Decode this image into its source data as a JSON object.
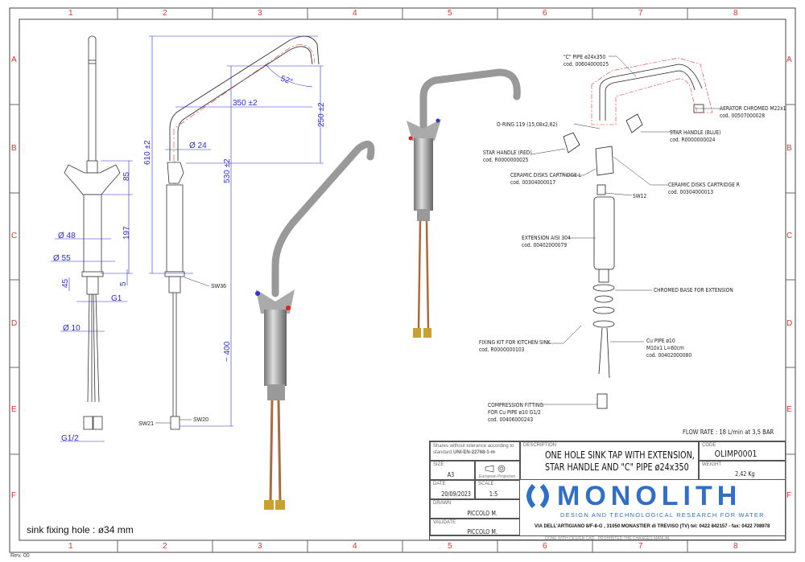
{
  "sheet": {
    "columns": [
      "1",
      "2",
      "3",
      "4",
      "5",
      "6",
      "7",
      "8"
    ],
    "rows": [
      "A",
      "B",
      "C",
      "D",
      "E",
      "F"
    ],
    "revision": "Rev. 00",
    "sink_note": "sink fixing hole : ø34 mm",
    "flow_rate": "FLOW RATE : 18 L/min at 3,5 BAR"
  },
  "dimensions": {
    "front": {
      "d48": "Ø 48",
      "d55": "Ø 55",
      "h85": "85",
      "h197": "197",
      "h45": "45",
      "h5": "5",
      "g1": "G1",
      "d10": "Ø 10",
      "g12": "G1/2"
    },
    "side": {
      "h610": "610 ±2",
      "d24": "Ø 24",
      "w350": "350 ±2",
      "h250": "250 ±2",
      "h530": "530 ±2",
      "angle": "52°",
      "h400": "~ 400",
      "sw36": "SW36",
      "sw21": "SW21",
      "sw20": "SW20"
    }
  },
  "parts": [
    {
      "name": "\"C\" PIPE ø24x350",
      "code": "cod. 00604000025"
    },
    {
      "name": "AERATOR CHROMED M22x1",
      "code": "cod. 00507000028"
    },
    {
      "name": "O-RING 119 (15,08x2,62)",
      "code": ""
    },
    {
      "name": "STAR HANDLE (BLUE)",
      "code": "cod. R0000000024"
    },
    {
      "name": "STAR HANDLE (RED)",
      "code": "cod. R0000000025"
    },
    {
      "name": "CERAMIC DISKS CARTRIDGE L",
      "code": "cod. 00304000017"
    },
    {
      "name": "CERAMIC DISKS CARTRIDGE R",
      "code": "cod. 00304000013"
    },
    {
      "name": "SW12",
      "code": ""
    },
    {
      "name": "EXTENSION AISI 304",
      "code": "cod. 00402000079"
    },
    {
      "name": "CHROMED BASE FOR EXTENSION",
      "code": ""
    },
    {
      "name": "FIXING KIT FOR KITCHEN SINK",
      "code": "cod. R0000000103"
    },
    {
      "name": "Cu PIPE ø10",
      "extra": "M10x1 L=60cm",
      "code": "cod. 00402000080"
    },
    {
      "name": "COMPRESSION FITTING",
      "extra": "FOR Cu PIPE ø10  G1/2",
      "code": "cod. 00406000243"
    }
  ],
  "title_block": {
    "tolerance": "Shares without tolerance according to standard",
    "standard": "UNI-EN-22768-1-m",
    "size_label": "SIZE",
    "size": "A3",
    "projection": "European Projection",
    "date_label": "DATE",
    "date": "20/09/2023",
    "scale_label": "SCALE",
    "scale": "1:5",
    "drawn_label": "DRAWN",
    "drawn": "PICCOLO M.",
    "validate_label": "VALIDATE",
    "validate": "PICCOLO M.",
    "description_label": "DESCRIPTION",
    "description_1": "ONE HOLE SINK TAP WITH EXTENSION,",
    "description_2": "STAR HANDLE AND \"C\" PIPE ø24x350",
    "code_label": "CODE",
    "code": "OLIMP0001",
    "weight_label": "WEIGHT",
    "weight": "2,42 Kg",
    "logo": "MONOLITH",
    "tagline": "DESIGN AND TECHNOLOGICAL RESEARCH FOR WATER",
    "address": "VIA DELL'ARTIGIANO 8/F-8-G , 31050 MONASTIER di TREVISO (TV) tel: 0422 842157 - fax: 0422 708978",
    "footer": "DONE WITH DESIGN CAD - PROHIBITED THE CHANGES MANUAL"
  },
  "colors": {
    "frame_red": "#e8302a",
    "dim_blue": "#2b2bd6",
    "brand_blue": "#2f6fc6"
  }
}
